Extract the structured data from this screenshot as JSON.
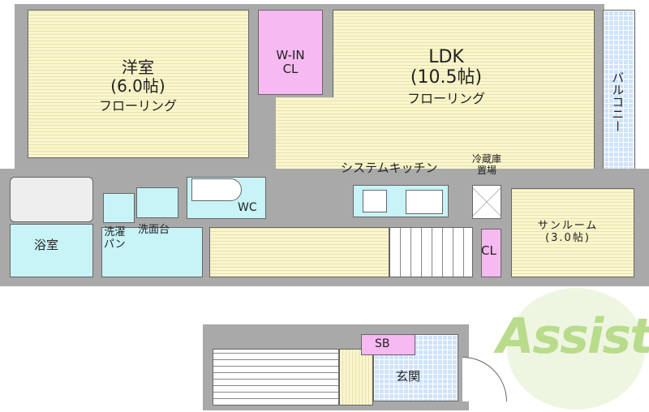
{
  "rooms": {
    "western": {
      "name": "洋室",
      "size": "(6.0帖)",
      "floor": "フローリング"
    },
    "walkin": {
      "line1": "W-IN",
      "line2": "CL"
    },
    "ldk": {
      "name": "LDK",
      "size": "(10.5帖)",
      "floor": "フローリング"
    },
    "balcony": {
      "name": "バルコニー"
    },
    "kitchen": {
      "name": "システムキッチン"
    },
    "fridge": {
      "line1": "冷蔵庫",
      "line2": "置場"
    },
    "bath": {
      "name": "浴室"
    },
    "washer": {
      "line1": "洗濯",
      "line2": "パン"
    },
    "washbasin": {
      "name": "洗面台"
    },
    "wc": {
      "name": "WC"
    },
    "closet": {
      "name": "CL"
    },
    "sunroom": {
      "name": "サンルーム",
      "size": "(3.0帖)"
    },
    "shoebox": {
      "name": "SB"
    },
    "entrance": {
      "name": "玄関"
    }
  },
  "logo": {
    "text": "Assist"
  },
  "colors": {
    "floor": "#fbf6cc",
    "wet": "#c8f3f7",
    "closet": "#f7b9f2",
    "tile": "#cfe3fb",
    "wall": "#a9a9a9",
    "logo": "#b9dc8c"
  }
}
